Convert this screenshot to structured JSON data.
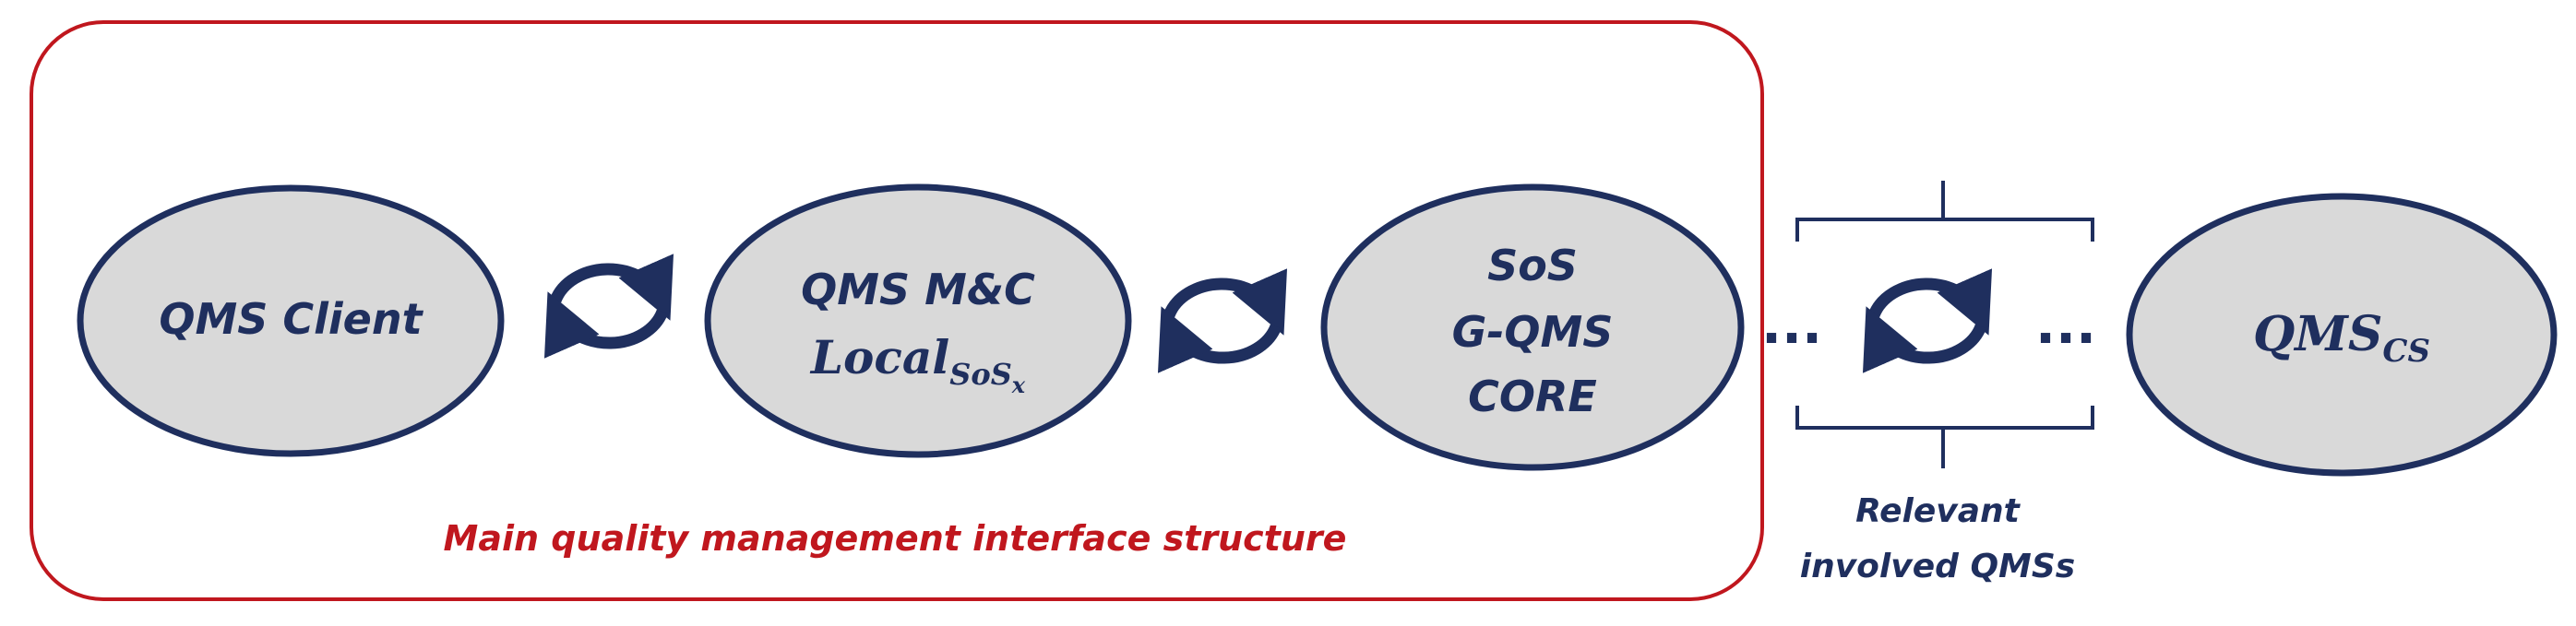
{
  "colors": {
    "navy": "#1f2f5e",
    "node_fill": "#d9d9d9",
    "frame_red": "#c0171e"
  },
  "frame": {
    "label": "Main quality management interface structure"
  },
  "nodes": {
    "qms_client": {
      "line1": "QMS Client"
    },
    "qms_mc": {
      "line1": "QMS M&C",
      "base": "Local",
      "sub": "SoS",
      "subsub": "x"
    },
    "gqms_core": {
      "line1": "SoS",
      "line2": "G-QMS",
      "line3": "CORE"
    },
    "qms_cs": {
      "base": "QMS",
      "sub": "CS"
    }
  },
  "connectors": {
    "icon": "sync-cycle-icon",
    "ellipsis": "..."
  },
  "relevant_group": {
    "label_line1": "Relevant",
    "label_line2": "involved QMSs"
  }
}
